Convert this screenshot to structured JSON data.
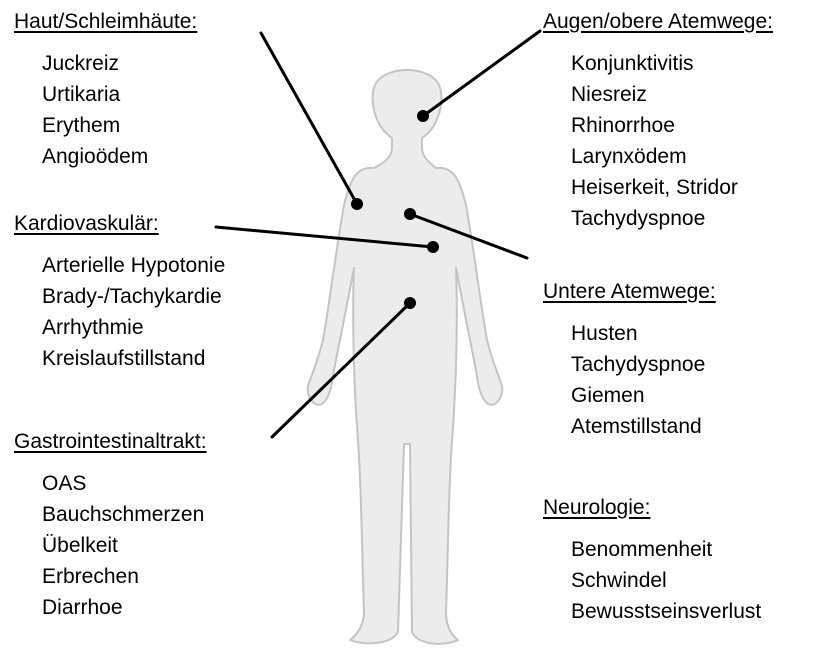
{
  "groups": {
    "haut": {
      "heading": "Haut/Schleimhäute:",
      "items": [
        "Juckreiz",
        "Urtikaria",
        "Erythem",
        "Angioödem"
      ]
    },
    "kardio": {
      "heading": "Kardiovaskulär:",
      "items": [
        "Arterielle Hypotonie",
        "Brady-/Tachykardie",
        "Arrhythmie",
        "Kreislaufstillstand"
      ]
    },
    "gastro": {
      "heading": "Gastrointestinaltrakt:",
      "items": [
        "OAS",
        "Bauchschmerzen",
        "Übelkeit",
        "Erbrechen",
        "Diarrhoe"
      ]
    },
    "augen": {
      "heading": "Augen/obere Atemwege:",
      "items": [
        "Konjunktivitis",
        "Niesreiz",
        "Rhinorrhoe",
        "Larynxödem",
        "Heiserkeit, Stridor",
        "Tachydyspnoe"
      ]
    },
    "untere": {
      "heading": "Untere Atemwege:",
      "items": [
        "Husten",
        "Tachydyspnoe",
        "Giemen",
        "Atemstillstand"
      ]
    },
    "neuro": {
      "heading": "Neurologie:",
      "items": [
        "Benommenheit",
        "Schwindel",
        "Bewusstseinsverlust"
      ]
    }
  },
  "colors": {
    "body_fill": "#ececec",
    "body_stroke": "#c4c4c4",
    "line": "#000000"
  }
}
